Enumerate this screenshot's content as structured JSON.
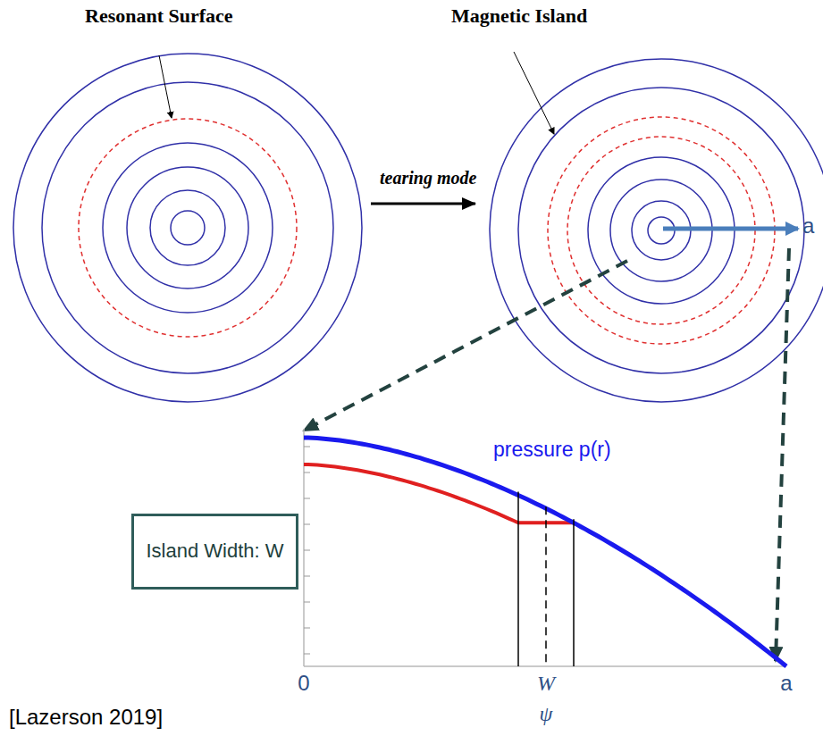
{
  "diagram": {
    "nodes": [
      {
        "text": [
          "Island Width: W"
        ]
      }
    ],
    "labels": [
      "Resonant Surface",
      "Magnetic Island",
      "tearing mode",
      "a",
      "pressure p(r)",
      "0",
      "W",
      "a",
      "ψ",
      "[Lazerson 2019]"
    ]
  }
}
